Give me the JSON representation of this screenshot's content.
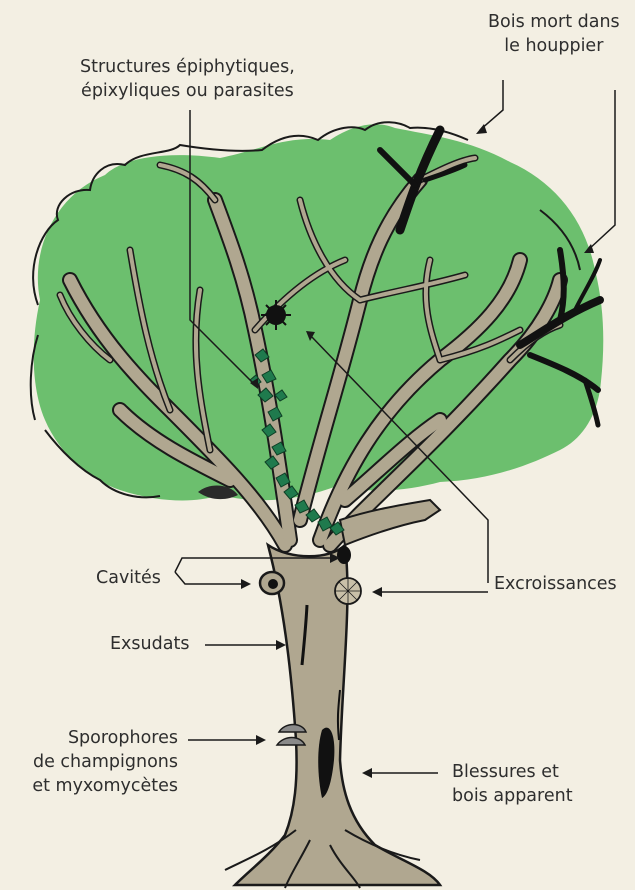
{
  "labels": {
    "dead_wood": [
      "Bois mort dans",
      "le houppier"
    ],
    "epiphytic": [
      "Structures épiphytiques,",
      "épixyliques ou parasites"
    ],
    "cavities": "Cavités",
    "outgrowths": "Excroissances",
    "exudates": "Exsudats",
    "sporophores": [
      "Sporophores",
      "de champignons",
      "et myxomycètes"
    ],
    "wounds": [
      "Blessures et",
      "bois apparent"
    ]
  },
  "colors": {
    "background": "#f3efe3",
    "canopy": "#6cbf6e",
    "trunk": "#b0a790",
    "outline": "#111111",
    "ivy": "#1f7a4d",
    "dead_wood": "#111111"
  }
}
